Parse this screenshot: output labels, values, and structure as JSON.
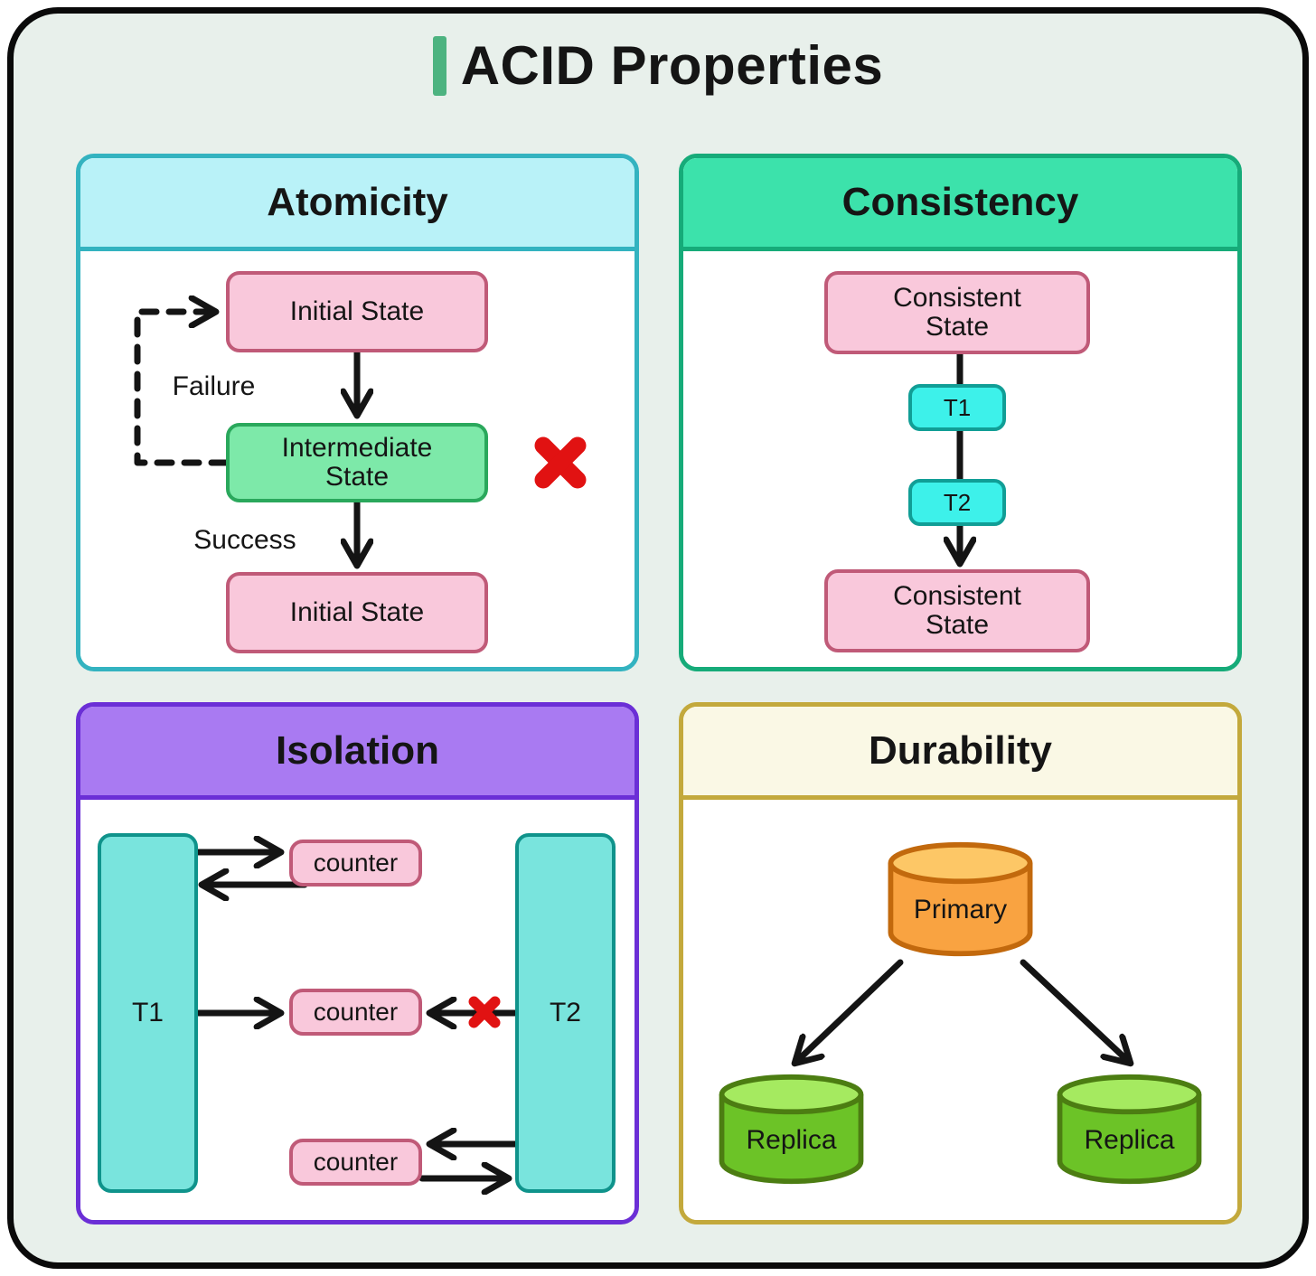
{
  "title": {
    "text": "ACID Properties"
  },
  "colors": {
    "page_background": "#e8f0eb",
    "outer_border": "#0a0a0a",
    "title_accent_bar": "#4db380",
    "atomicity_header_bg": "#b9f2f8",
    "atomicity_border": "#33b3c0",
    "consistency_header_bg": "#3ce2ab",
    "consistency_border": "#16ab79",
    "isolation_header_bg": "#a97af2",
    "isolation_border": "#6b2fd6",
    "durability_header_bg": "#faf8e5",
    "durability_border": "#c3a93c",
    "state_node_bg": "#f9c8db",
    "state_node_border": "#c05a78",
    "intermediate_node_bg": "#7de9a9",
    "intermediate_node_border": "#2aa85c",
    "transaction_node_bg": "#3df1ea",
    "transaction_node_border": "#119e96",
    "isolation_bar_bg": "#79e4dd",
    "isolation_bar_border": "#0f938b",
    "primary_cylinder_body": "#f9a341",
    "primary_cylinder_top": "#fdc766",
    "primary_cylinder_border": "#c2690d",
    "replica_cylinder_body": "#6cc327",
    "replica_cylinder_top": "#a5ea60",
    "replica_cylinder_border": "#4c7d12",
    "error_x": "#e11212",
    "arrow": "#141414"
  },
  "atomicity": {
    "header": "Atomicity",
    "initial_state_top": "Initial State",
    "intermediate_state": "Intermediate State",
    "initial_state_bottom": "Initial State",
    "failure_label": "Failure",
    "success_label": "Success"
  },
  "consistency": {
    "header": "Consistency",
    "consistent_state_top": "Consistent State",
    "t1": "T1",
    "t2": "T2",
    "consistent_state_bottom": "Consistent State"
  },
  "isolation": {
    "header": "Isolation",
    "t1": "T1",
    "t2": "T2",
    "counter_top": "counter",
    "counter_middle": "counter",
    "counter_bottom": "counter"
  },
  "durability": {
    "header": "Durability",
    "primary": "Primary",
    "replica_left": "Replica",
    "replica_right": "Replica"
  }
}
